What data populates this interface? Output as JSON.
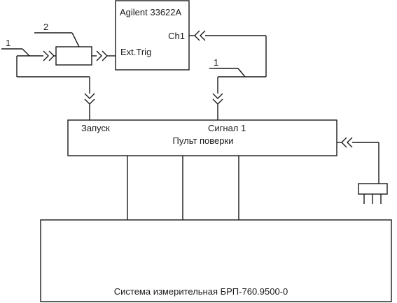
{
  "generator": {
    "model": "Agilent 33622A",
    "output": "Ch1",
    "trigger_input": "Ext.Trig"
  },
  "panel": {
    "title": "Пульт поверки",
    "trigger_port": "Запуск",
    "signal_port": "Сигнал 1"
  },
  "system": {
    "title": "Система измерительная БРП-760.9500-0"
  },
  "callouts": {
    "cable_left": "1",
    "cable_right": "1",
    "adapter": "2"
  }
}
